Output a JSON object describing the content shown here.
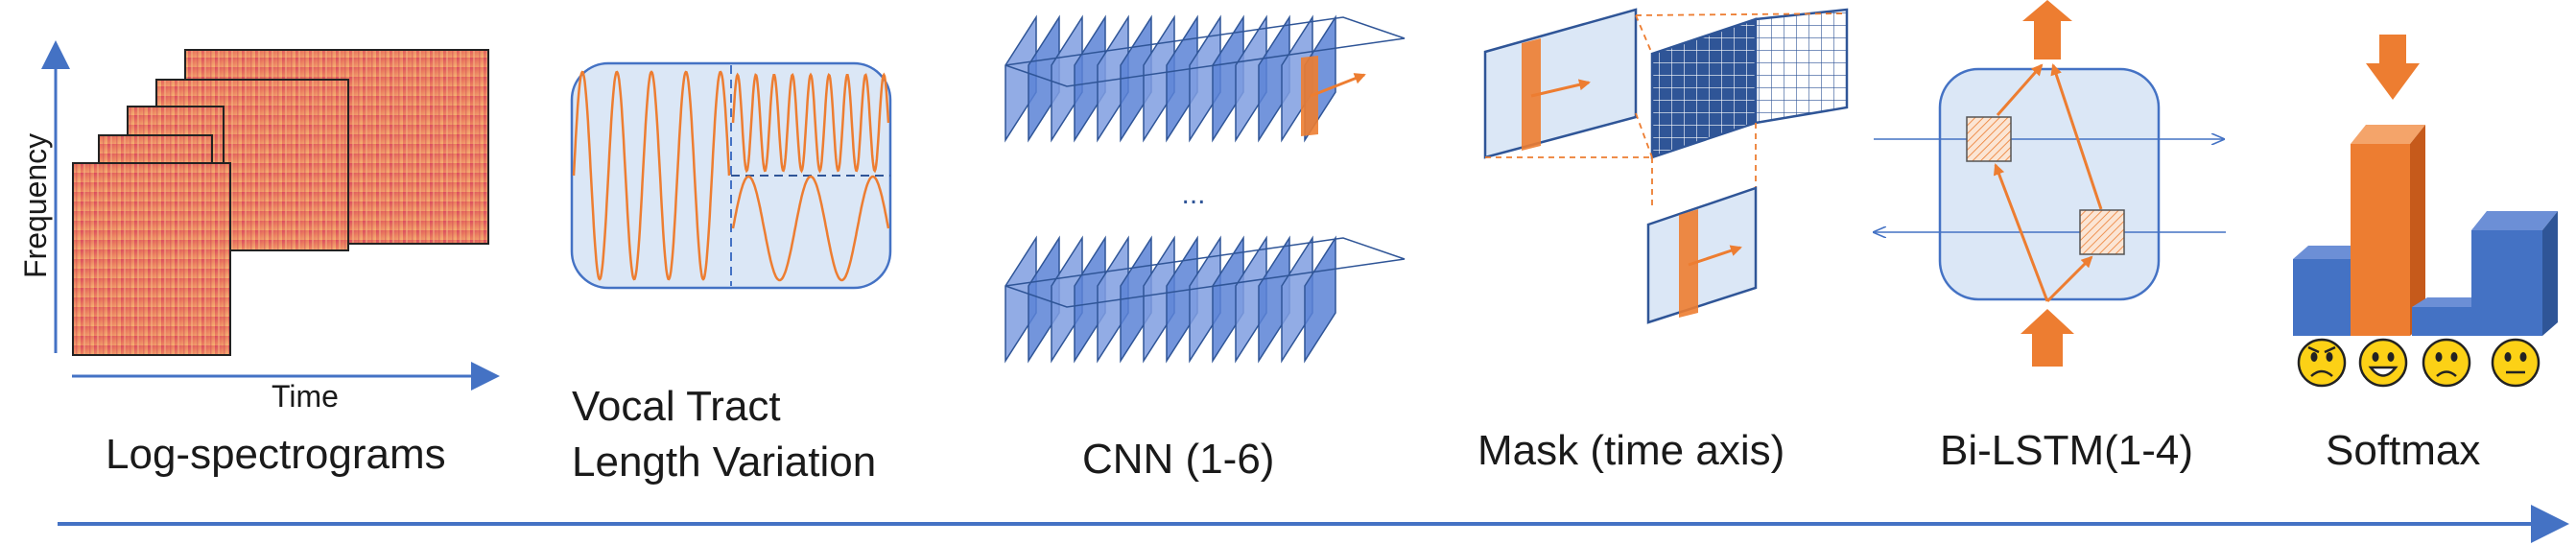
{
  "colors": {
    "accent_blue": "#4472c4",
    "accent_orange": "#ed7d31",
    "panel_fill": "#dbe7f6",
    "spectro_hot": "#d9485f",
    "spectro_warm": "#f5b574"
  },
  "axes": {
    "y_label": "Frequency",
    "x_label": "Time"
  },
  "stages": [
    {
      "label": "Log-spectrograms"
    },
    {
      "label_line1": "Vocal Tract",
      "label_line2": "Length Variation"
    },
    {
      "label": "CNN (1-6)",
      "ellipsis": "..."
    },
    {
      "label": "Mask (time axis)"
    },
    {
      "label": "Bi-LSTM(1-4)"
    },
    {
      "label": "Softmax",
      "emotion_icons": [
        "angry-face-icon",
        "happy-face-icon",
        "sad-face-icon",
        "neutral-face-icon"
      ]
    }
  ]
}
